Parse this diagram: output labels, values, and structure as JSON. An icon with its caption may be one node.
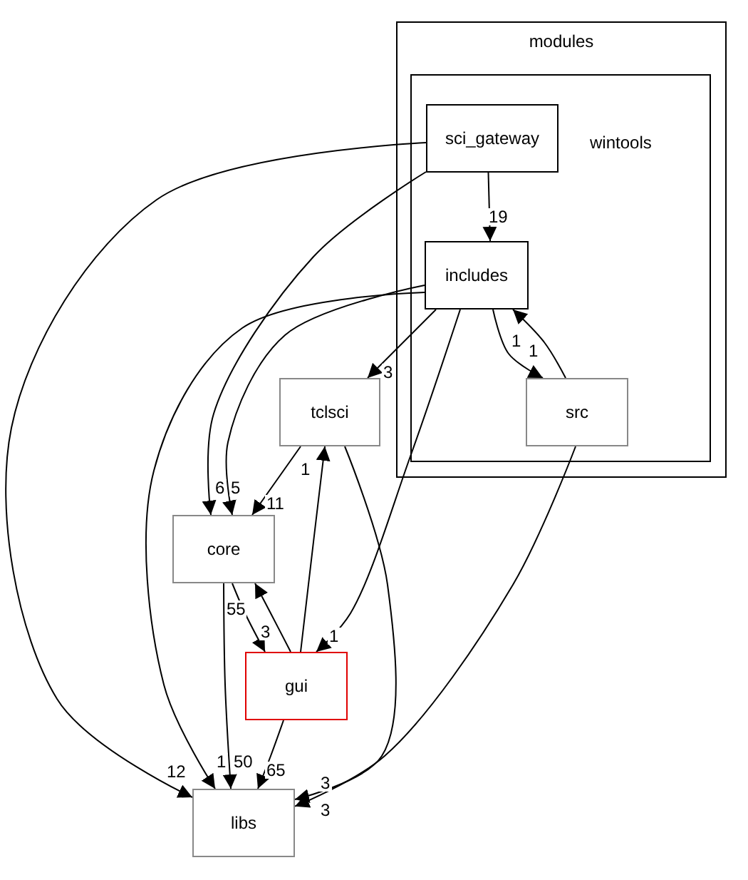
{
  "diagram": {
    "nodes": [
      {
        "text": [
          "modules"
        ]
      },
      {
        "text": [
          "wintools"
        ],
        "in": 0
      },
      {
        "text": [
          "sci_gateway"
        ],
        "in": 1
      },
      {
        "text": [
          "includes"
        ],
        "in": 1
      },
      {
        "text": [
          "src"
        ],
        "in": 1
      },
      {
        "text": [
          "tclsci"
        ]
      },
      {
        "text": [
          "core"
        ]
      },
      {
        "text": [
          "gui"
        ]
      },
      {
        "text": [
          "libs"
        ]
      }
    ],
    "edges": [
      {
        "from": 2,
        "to": 3,
        "arrow": "to",
        "label": "19"
      },
      {
        "from": 2,
        "to": 6,
        "arrow": "to",
        "label": "6"
      },
      {
        "from": 2,
        "to": 8,
        "arrow": "to",
        "label": "12"
      },
      {
        "from": 3,
        "to": 6,
        "arrow": "to",
        "label": "5"
      },
      {
        "from": 3,
        "to": 5,
        "arrow": "to",
        "label": "3"
      },
      {
        "from": 3,
        "to": 4,
        "arrow": "to",
        "label": "1"
      },
      {
        "from": 4,
        "to": 3,
        "arrow": "to",
        "label": "1"
      },
      {
        "from": 3,
        "to": 8,
        "arrow": "to",
        "label": "1"
      },
      {
        "from": 3,
        "to": 7,
        "arrow": "to",
        "label": "1"
      },
      {
        "from": 4,
        "to": 8,
        "arrow": "to",
        "label": "3"
      },
      {
        "from": 5,
        "to": 6,
        "arrow": "to",
        "label": "11"
      },
      {
        "from": 5,
        "to": 8,
        "arrow": "to",
        "label": "3"
      },
      {
        "from": 7,
        "to": 5,
        "arrow": "to",
        "label": "1"
      },
      {
        "from": 6,
        "to": 7,
        "arrow": "to",
        "label": "3"
      },
      {
        "from": 7,
        "to": 6,
        "arrow": "to",
        "label": "55"
      },
      {
        "from": 6,
        "to": 8,
        "arrow": "to",
        "label": "50"
      },
      {
        "from": 7,
        "to": 8,
        "arrow": "to",
        "label": "65"
      }
    ]
  }
}
